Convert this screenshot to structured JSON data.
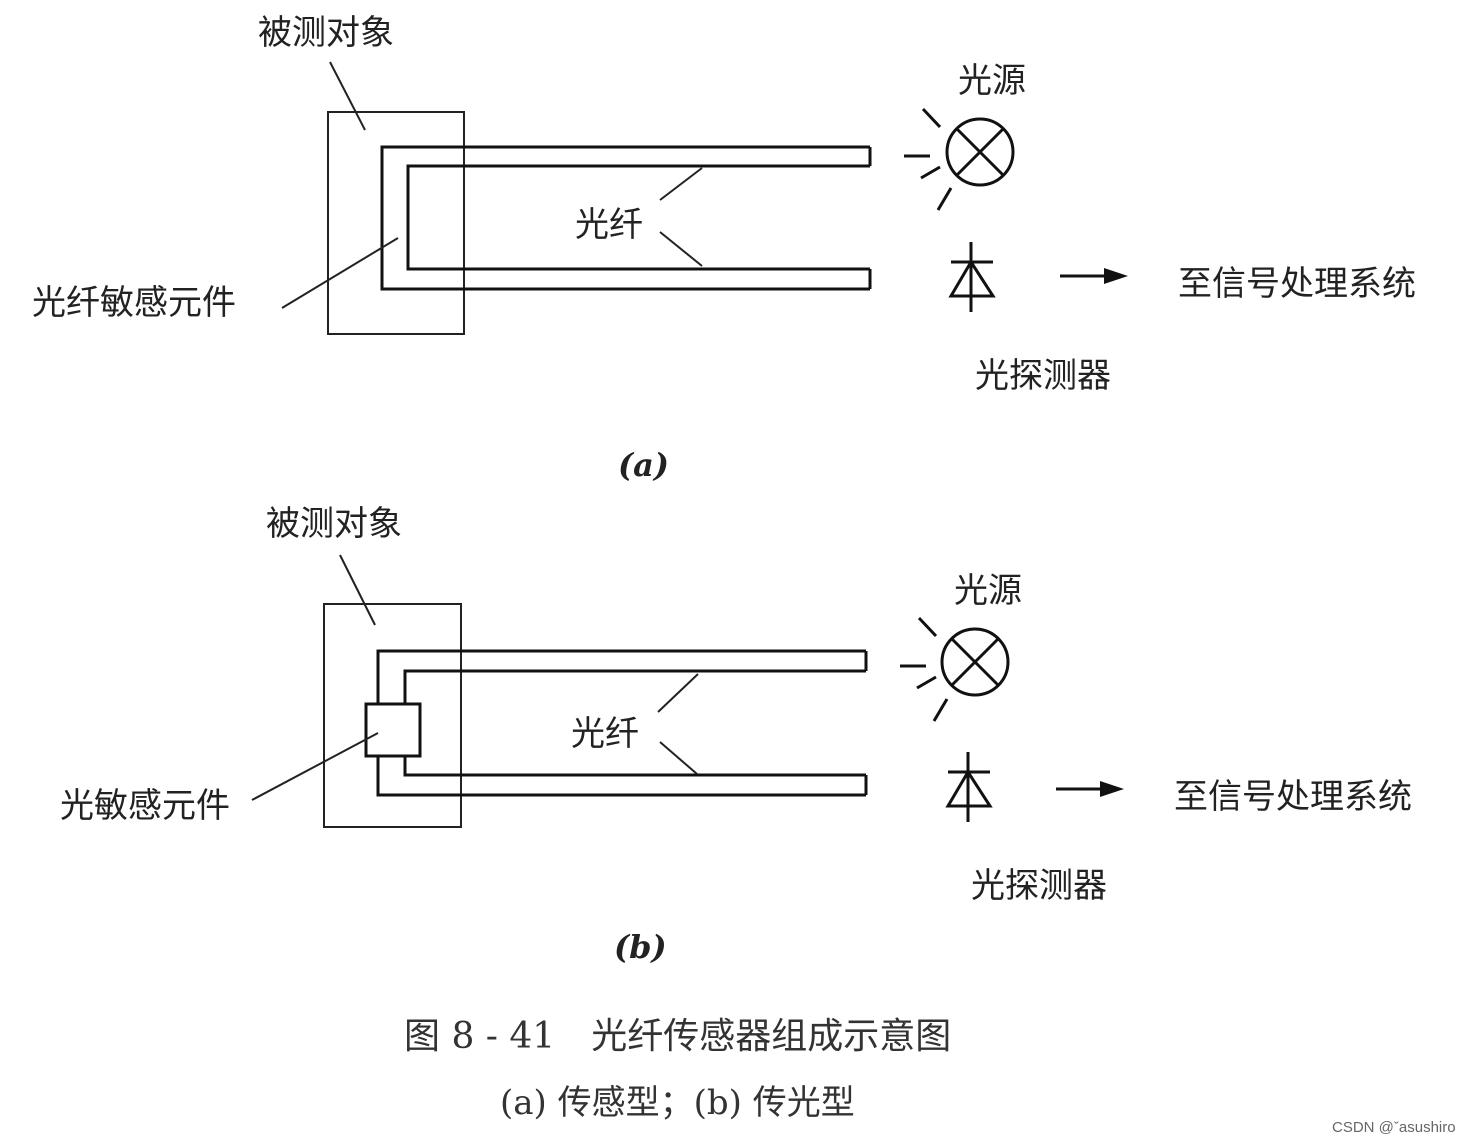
{
  "panel_a": {
    "object_label": "被测对象",
    "light_source_label": "光源",
    "fiber_label": "光纤",
    "sensitive_element_label": "光纤敏感元件",
    "output_label": "至信号处理系统",
    "detector_label": "光探测器",
    "panel_label": "(a)"
  },
  "panel_b": {
    "object_label": "被测对象",
    "light_source_label": "光源",
    "fiber_label": "光纤",
    "sensitive_element_label": "光敏感元件",
    "output_label": "至信号处理系统",
    "detector_label": "光探测器",
    "panel_label": "(b)"
  },
  "caption": {
    "title": "图 8 - 41　光纤传感器组成示意图",
    "subtitle": "(a) 传感型；(b) 传光型"
  },
  "watermark": "CSDN @ˇasushiro",
  "icons": [
    "lamp-icon",
    "photodiode-icon",
    "arrow-right-icon"
  ]
}
